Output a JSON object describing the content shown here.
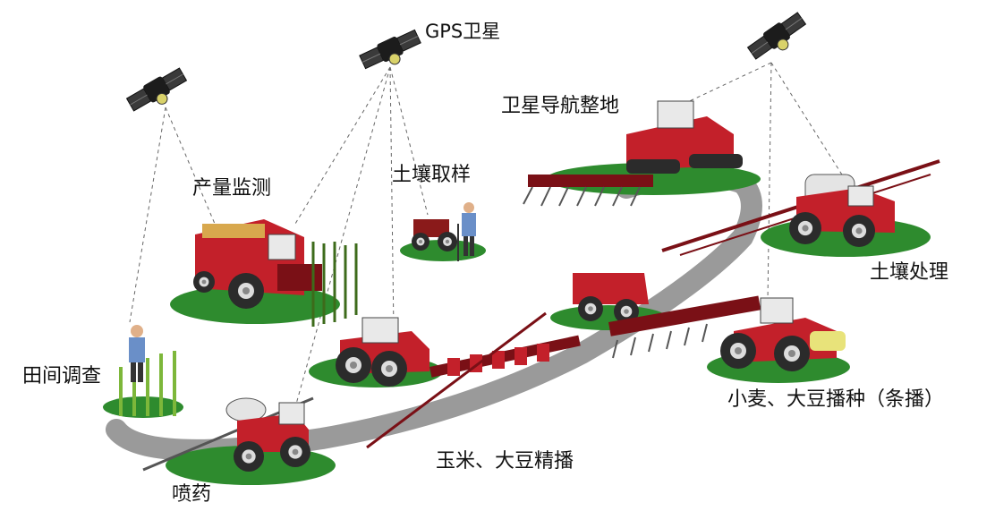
{
  "labels": {
    "gps": "GPS卫星",
    "land_prep": "卫星导航整地",
    "soil_sampling": "土壤取样",
    "yield_monitor": "产量监测",
    "soil_treatment": "土壤处理",
    "field_survey": "田间调查",
    "wheat_soy_seeding": "小麦、大豆播种（条播）",
    "corn_soy_planting": "玉米、大豆精播",
    "spraying": "喷药"
  },
  "colors": {
    "machine_red": "#c3202a",
    "machine_dark": "#7a1016",
    "tire": "#2b2b2b",
    "grass": "#2e8b2e",
    "path": "#9a9a9a",
    "sat_body": "#2a2a2a",
    "crop": "#7db73a"
  },
  "icons": [
    "satellite-icon",
    "tractor-icon",
    "combine-icon",
    "sprayer-icon",
    "planter-icon",
    "farmer-icon"
  ]
}
